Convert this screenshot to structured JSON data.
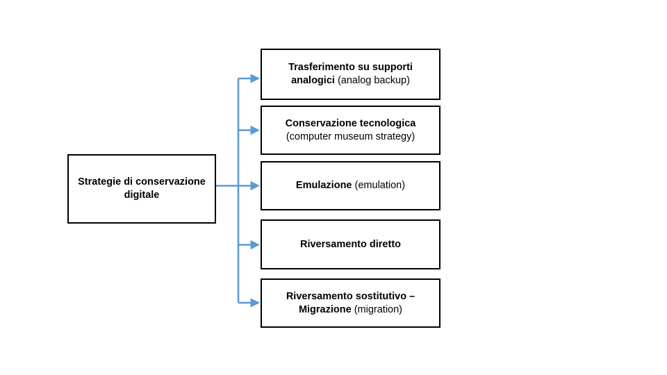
{
  "diagram": {
    "type": "tree-hierarchy",
    "orientation": "left-to-right",
    "connector_color": "#5B9BD5",
    "box_border_color": "#000000",
    "background_color": "#FFFFFF",
    "text_color": "#000000",
    "root": {
      "name": "strategie-di-conservazione-digitale",
      "line1": "Strategie di conservazione",
      "line2": "digitale"
    },
    "children": [
      {
        "name": "trasferimento-su-supporti-analogici",
        "line1": "Trasferimento su supporti",
        "line2_bold": "analogici",
        "line2_regular": " (analog backup)"
      },
      {
        "name": "conservazione-tecnologica",
        "line1": "Conservazione tecnologica",
        "line2": "(computer museum strategy)"
      },
      {
        "name": "emulazione",
        "line1_bold": "Emulazione",
        "line1_regular": " (emulation)"
      },
      {
        "name": "riversamento-diretto",
        "line1": "Riversamento diretto"
      },
      {
        "name": "riversamento-sostitutivo-migrazione",
        "line1": "Riversamento sostitutivo –",
        "line2_bold": "Migrazione",
        "line2_regular": " (migration)"
      }
    ]
  }
}
